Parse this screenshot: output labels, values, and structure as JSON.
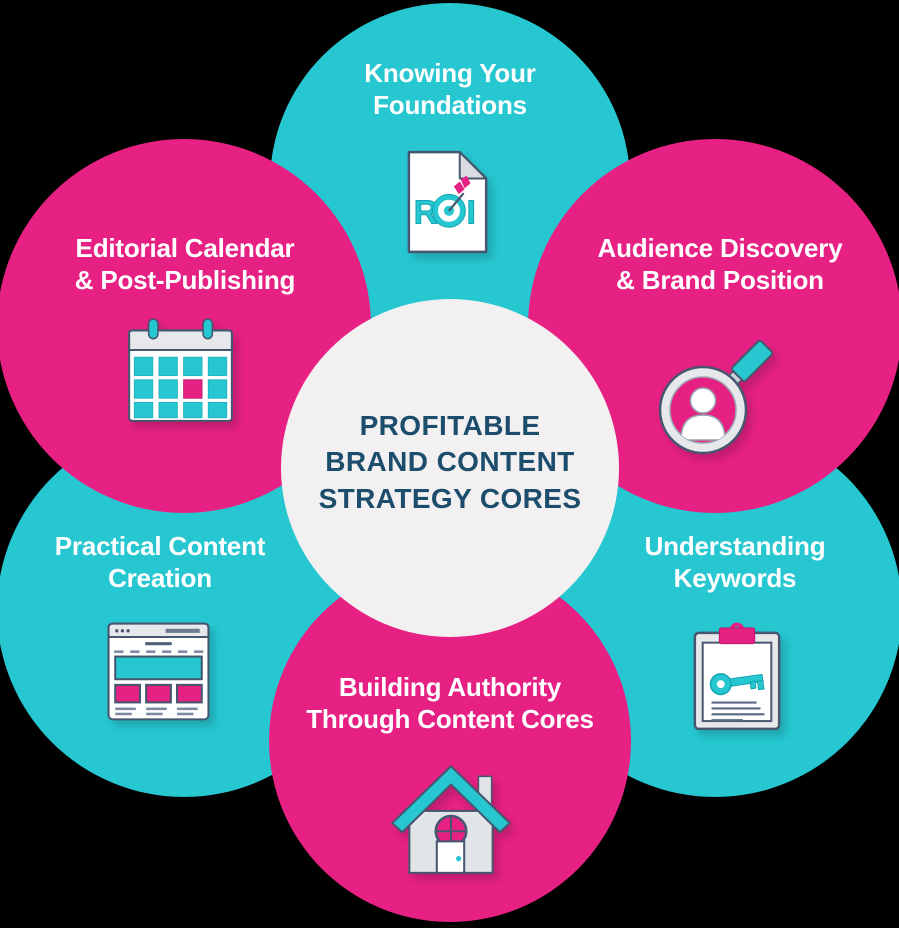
{
  "center": {
    "line1": "PROFITABLE",
    "line2": "BRAND CONTENT",
    "line3": "STRATEGY CORES"
  },
  "petals": [
    {
      "id": "knowing-your-foundations",
      "line1": "Knowing Your",
      "line2": "Foundations",
      "color": "teal",
      "icon": "roi-document-icon"
    },
    {
      "id": "audience-discovery-brand-position",
      "line1": "Audience Discovery",
      "line2": "& Brand Position",
      "color": "pink",
      "icon": "magnifier-person-icon"
    },
    {
      "id": "understanding-keywords",
      "line1": "Understanding",
      "line2": "Keywords",
      "color": "teal",
      "icon": "clipboard-key-icon"
    },
    {
      "id": "building-authority-through-content-cores",
      "line1": "Building Authority",
      "line2": "Through Content Cores",
      "color": "pink",
      "icon": "house-icon"
    },
    {
      "id": "practical-content-creation",
      "line1": "Practical Content",
      "line2": "Creation",
      "color": "teal",
      "icon": "browser-window-icon"
    },
    {
      "id": "editorial-calendar-post-publishing",
      "line1": "Editorial Calendar",
      "line2": "& Post-Publishing",
      "color": "pink",
      "icon": "calendar-icon"
    }
  ],
  "icon_text": {
    "roi": "ROI",
    "roi_r": "R",
    "roi_i": "I"
  },
  "colors": {
    "teal": "#26C7D1",
    "teal-dark": "#12A4B2",
    "pink": "#E62183",
    "pink-dark": "#BE1268",
    "center-bg": "#F2F0F1",
    "navy": "#1D4D6D",
    "heading-text": "#FFFFFF",
    "icon-stroke": "#46566E",
    "icon-gray": "#E6E8EB",
    "icon-line": "#7C8BA0",
    "background": "#000000"
  }
}
